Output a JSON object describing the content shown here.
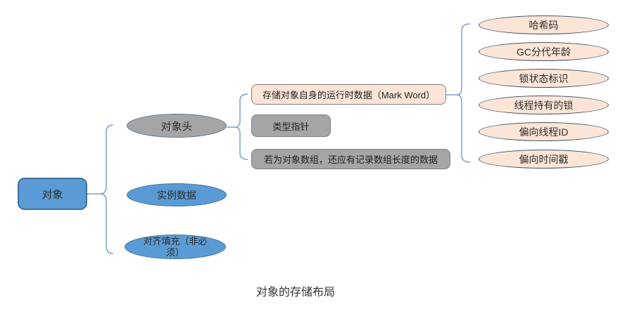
{
  "caption": "对象的存储布局",
  "root": {
    "label": "对象"
  },
  "object_parts": [
    {
      "label": "对象头"
    },
    {
      "label": "实例数据"
    },
    {
      "label": "对齐填充（非必须）"
    }
  ],
  "header_parts": [
    {
      "label": "存储对象自身的运行时数据（Mark Word）"
    },
    {
      "label": "类型指针"
    },
    {
      "label": "若为对象数组，还应有记录数组长度的数据"
    }
  ],
  "mark_word_parts": [
    {
      "label": "哈希码"
    },
    {
      "label": "GC分代年龄"
    },
    {
      "label": "锁状态标识"
    },
    {
      "label": "线程持有的锁"
    },
    {
      "label": "偏向线程ID"
    },
    {
      "label": "偏向时间戳"
    }
  ],
  "colors": {
    "blue_fill": "#5B9BD5",
    "blue_border": "#41719C",
    "gray_fill": "#A5A5A5",
    "gray_ellipse_border": "#5A7794",
    "box_border_gray": "#7F7F7F",
    "peach_fill": "#FBE5D6",
    "peach_border": "#44546A",
    "connector": "#7E9DC8"
  }
}
